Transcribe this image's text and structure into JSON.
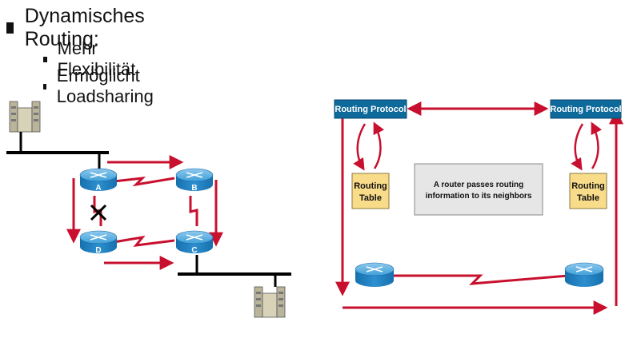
{
  "slide": {
    "heading": "Dynamisches Routing:",
    "bullets": [
      "Mehr Flexibilität",
      "Ermöglicht Loadsharing"
    ]
  },
  "left_diagram": {
    "routers": [
      "A",
      "B",
      "C",
      "D"
    ]
  },
  "right_diagram": {
    "protocol_left": "Routing Protocol",
    "protocol_right": "Routing Protocol",
    "table_left": [
      "Routing",
      "Table"
    ],
    "table_right": [
      "Routing",
      "Table"
    ],
    "info_box": [
      "A router passes routing",
      "information to its neighbors"
    ]
  },
  "colors": {
    "arrow": "#c8102e",
    "router_body": "#1f84c4",
    "protocol_box": "#0f6a9c",
    "table_box": "#f8dc8a",
    "info_box": "#e6e6e6"
  }
}
